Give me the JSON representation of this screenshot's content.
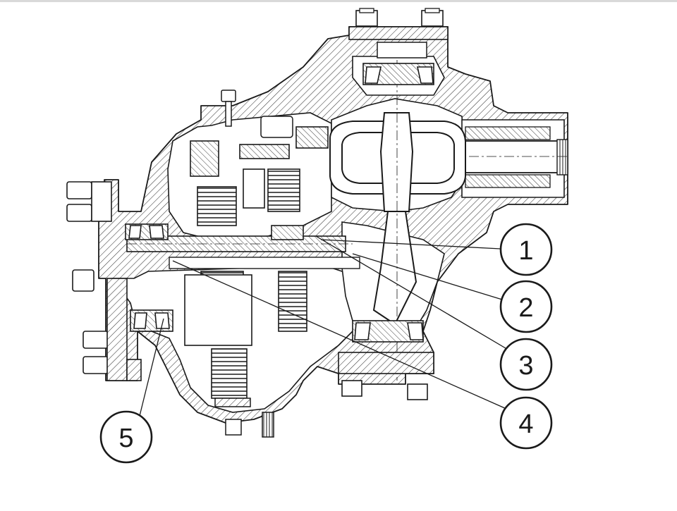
{
  "callouts": [
    {
      "label": "1"
    },
    {
      "label": "2"
    },
    {
      "label": "3"
    },
    {
      "label": "4"
    },
    {
      "label": "5"
    }
  ],
  "colors": {
    "line": "#1a1a1a",
    "hatch": "#3a3a3a",
    "background": "#ffffff"
  }
}
